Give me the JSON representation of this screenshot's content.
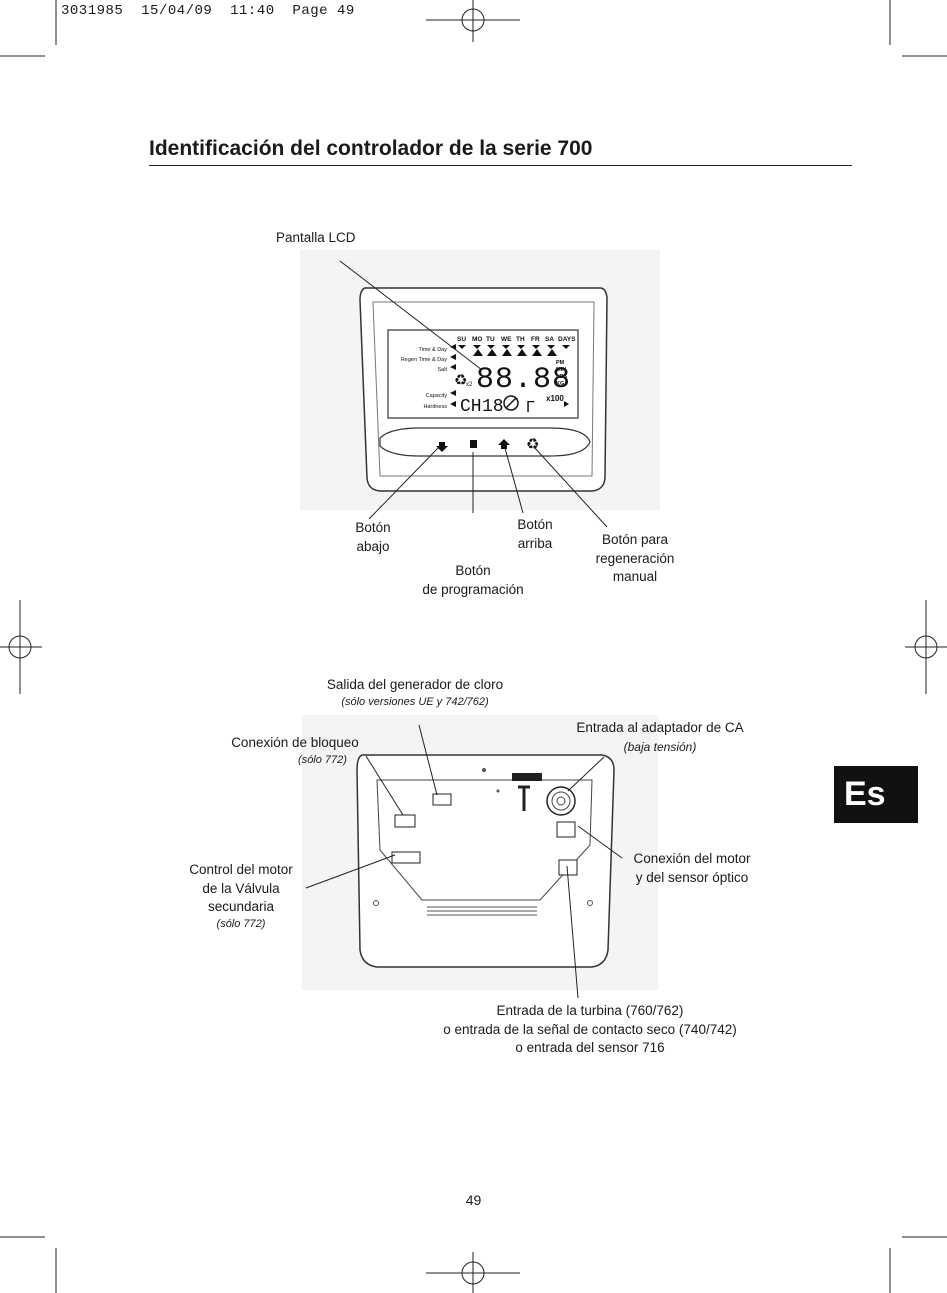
{
  "header": {
    "slug": "3031985  15/04/09  11:40  Page 49"
  },
  "title": "Identificación del controlador de la serie 700",
  "lang_tab": "Es",
  "page_number": "49",
  "lcd": {
    "days": [
      "SU",
      "MO",
      "TU",
      "WE",
      "TH",
      "FR",
      "SA",
      "DAYS"
    ],
    "left_labels": [
      "Time & Day",
      "Regen Time & Day",
      "Salt",
      "Capacity",
      "Hardness"
    ],
    "units": [
      "PM",
      "MIN",
      "LBS",
      "KG"
    ],
    "digits": "88.88",
    "x2": "x2",
    "x100": "x100",
    "ch": "CH",
    "ch_digits": "18"
  },
  "front_labels": {
    "lcd": "Pantalla LCD",
    "down_1": "Botón",
    "down_2": "abajo",
    "prog_1": "Botón",
    "prog_2": "de programación",
    "up_1": "Botón",
    "up_2": "arriba",
    "regen_1": "Botón para",
    "regen_2": "regeneración",
    "regen_3": "manual"
  },
  "back_labels": {
    "chlor": "Salida del generador de cloro",
    "chlor_note": "(sólo versiones UE y 742/762)",
    "lock": "Conexión de bloqueo",
    "lock_note": "(sólo 772)",
    "ac": "Entrada al adaptador de CA",
    "ac_note": "(baja tensión)",
    "motor_1": "Conexión del motor",
    "motor_2": "y del sensor óptico",
    "sec_1": "Control del motor",
    "sec_2": "de la Válvula",
    "sec_3": "secundaria",
    "sec_note": "(sólo 772)",
    "turb_1": "Entrada de la turbina (760/762)",
    "turb_2": "o entrada de la señal de contacto seco (740/742)",
    "turb_3": "o entrada del sensor 716"
  }
}
